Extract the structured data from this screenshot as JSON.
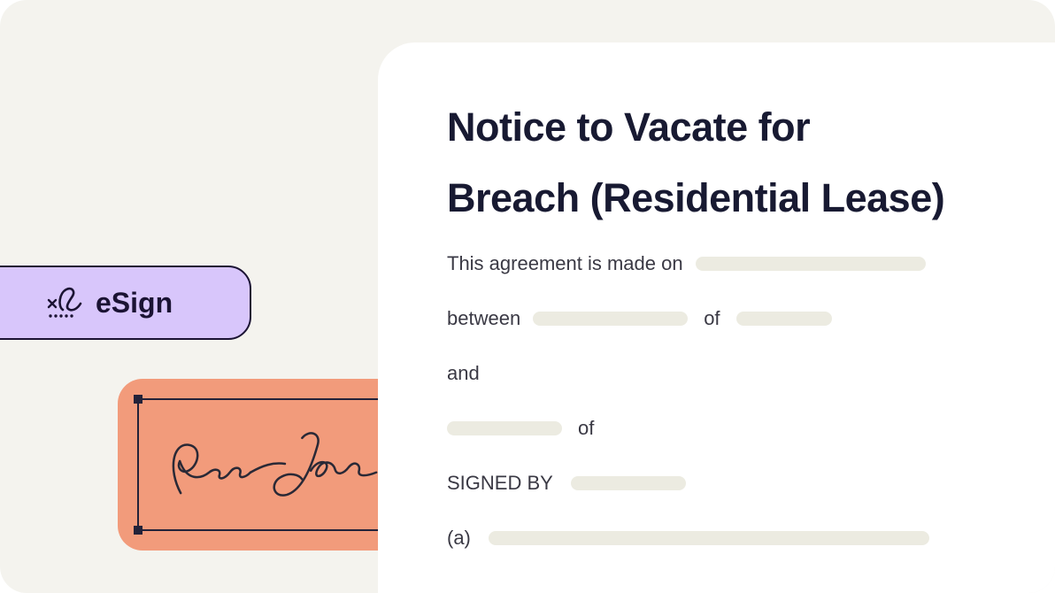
{
  "colors": {
    "canvas_bg": "#f4f3ee",
    "card_bg": "#ffffff",
    "title_color": "#181a32",
    "body_text": "#3a3944",
    "blank_fill": "#ecebe1",
    "badge_bg": "#d8c6fb",
    "badge_border": "#1b1333",
    "badge_text": "#1b1333",
    "signature_box_bg": "#f29b7b",
    "selection_color": "#232239",
    "signature_ink": "#2a2936"
  },
  "badge": {
    "label": "eSign"
  },
  "document": {
    "title_line1": "Notice to Vacate for",
    "title_line2": "Breach (Residential Lease)",
    "line1_prefix": "This agreement is made on",
    "line2_word1": "between",
    "line2_word2": "of",
    "line3_word": "and",
    "line4_word": "of",
    "line5_word": "SIGNED BY",
    "line6_word": "(a)"
  }
}
